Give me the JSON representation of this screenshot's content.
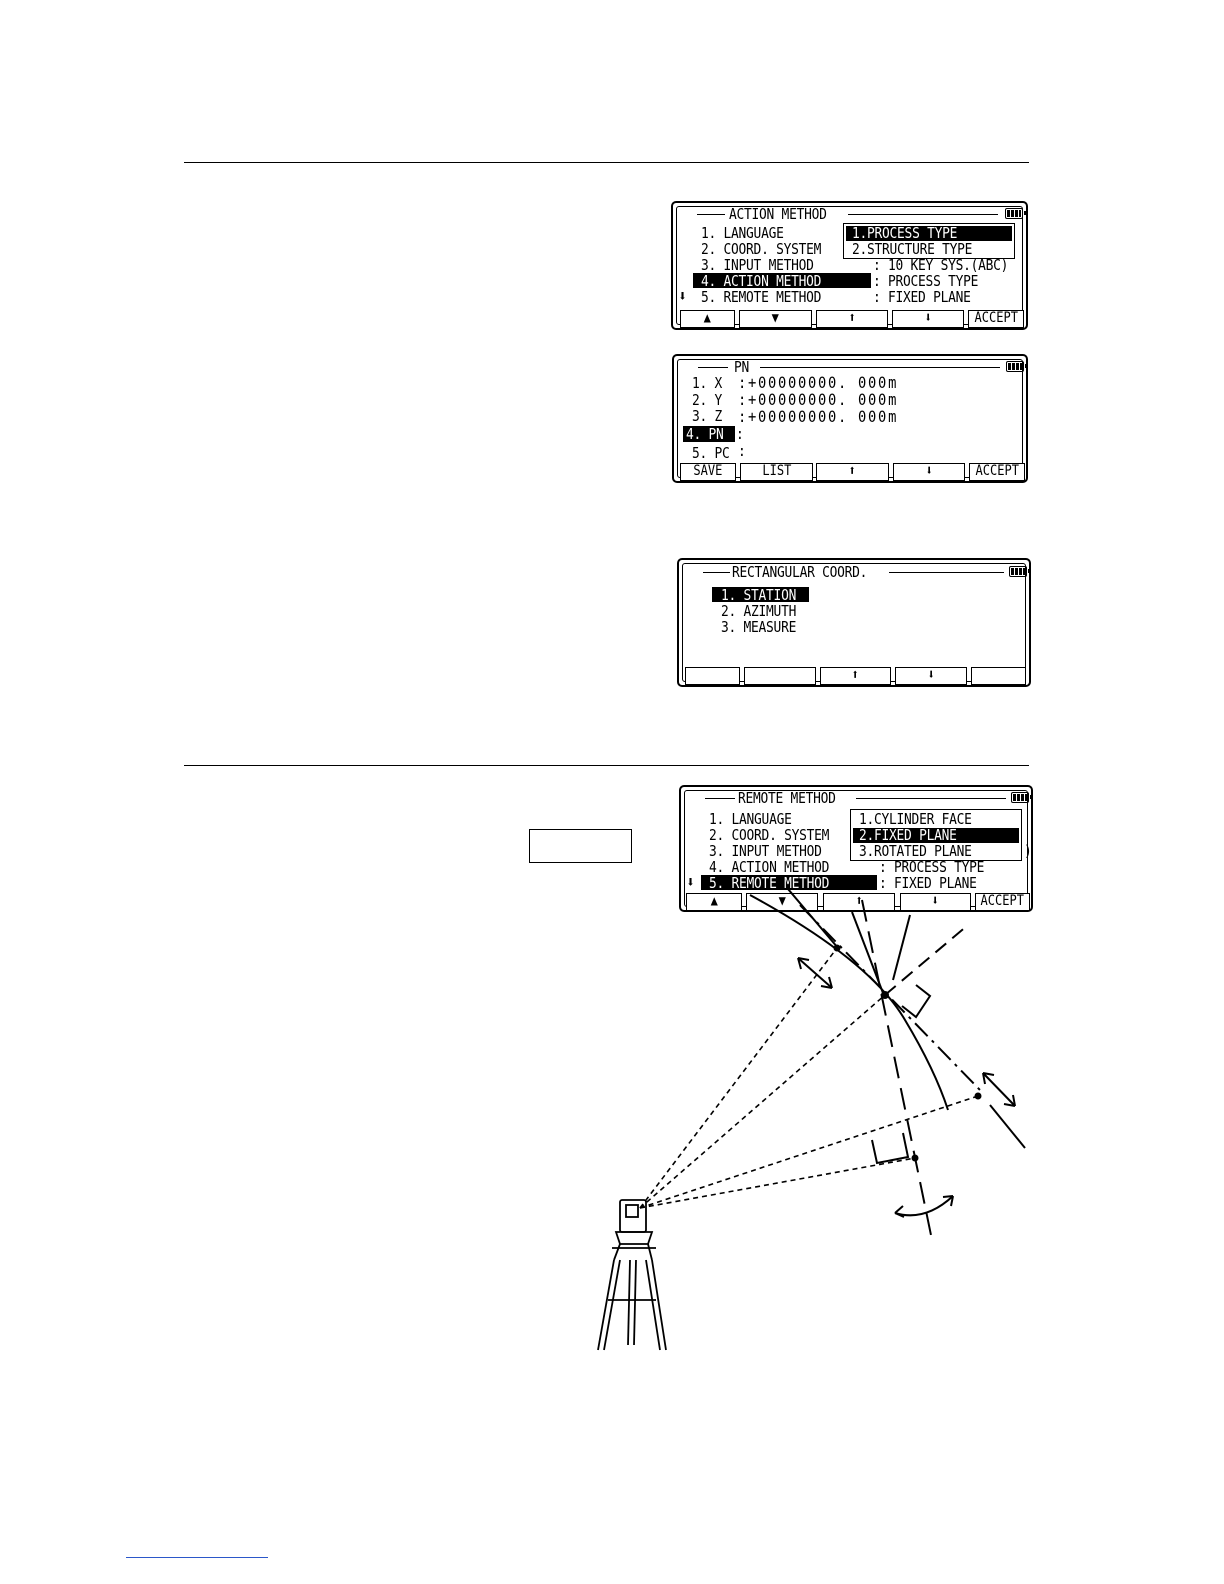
{
  "screens": {
    "action_method": {
      "title": "ACTION METHOD",
      "rows": [
        {
          "label": "1. LANGUAGE",
          "value": ""
        },
        {
          "label": "2. COORD. SYSTEM",
          "value": ""
        },
        {
          "label": "3. INPUT METHOD",
          "value": ": 10 KEY SYS.(ABC)"
        },
        {
          "label": "4. ACTION METHOD",
          "value": ": PROCESS TYPE"
        },
        {
          "label": "5. REMOTE METHOD",
          "value": ": FIXED PLANE"
        }
      ],
      "popup": [
        "1.PROCESS TYPE",
        "2.STRUCTURE TYPE"
      ],
      "softkeys": [
        "▲",
        "▼",
        "⬆",
        "⬇",
        "ACCEPT"
      ]
    },
    "pn": {
      "title": "PN",
      "rows": [
        {
          "label": "1. X",
          "value": ":+00000000. 000m"
        },
        {
          "label": "2. Y",
          "value": ":+00000000. 000m"
        },
        {
          "label": "3. Z",
          "value": ":+00000000. 000m"
        },
        {
          "label": "4. PN",
          "value": ":"
        },
        {
          "label": "5. PC",
          "value": ":"
        }
      ],
      "softkeys": [
        "SAVE",
        "LIST",
        "⬆",
        "⬇",
        "ACCEPT"
      ]
    },
    "rect_coord": {
      "title": "RECTANGULAR COORD.",
      "rows": [
        "1. STATION",
        "2. AZIMUTH",
        "3. MEASURE"
      ],
      "softkeys": [
        "",
        "",
        "⬆",
        "⬇",
        ""
      ]
    },
    "remote_method": {
      "title": "REMOTE METHOD",
      "rows": [
        {
          "label": "1. LANGUAGE",
          "value": ""
        },
        {
          "label": "2. COORD. SYSTEM",
          "value": ""
        },
        {
          "label": "3. INPUT METHOD",
          "value": ")"
        },
        {
          "label": "4. ACTION METHOD",
          "value": ": PROCESS TYPE"
        },
        {
          "label": "5. REMOTE METHOD",
          "value": ": FIXED PLANE"
        }
      ],
      "popup": [
        "1.CYLINDER FACE",
        "2.FIXED PLANE",
        "3.ROTATED PLANE"
      ],
      "softkeys": [
        "▲",
        "▼",
        "⬆",
        "⬇",
        "ACCEPT"
      ]
    }
  },
  "down_arrow_glyph": "⬇",
  "icons": {
    "battery": "battery-icon",
    "instrument": "total-station-on-tripod"
  }
}
